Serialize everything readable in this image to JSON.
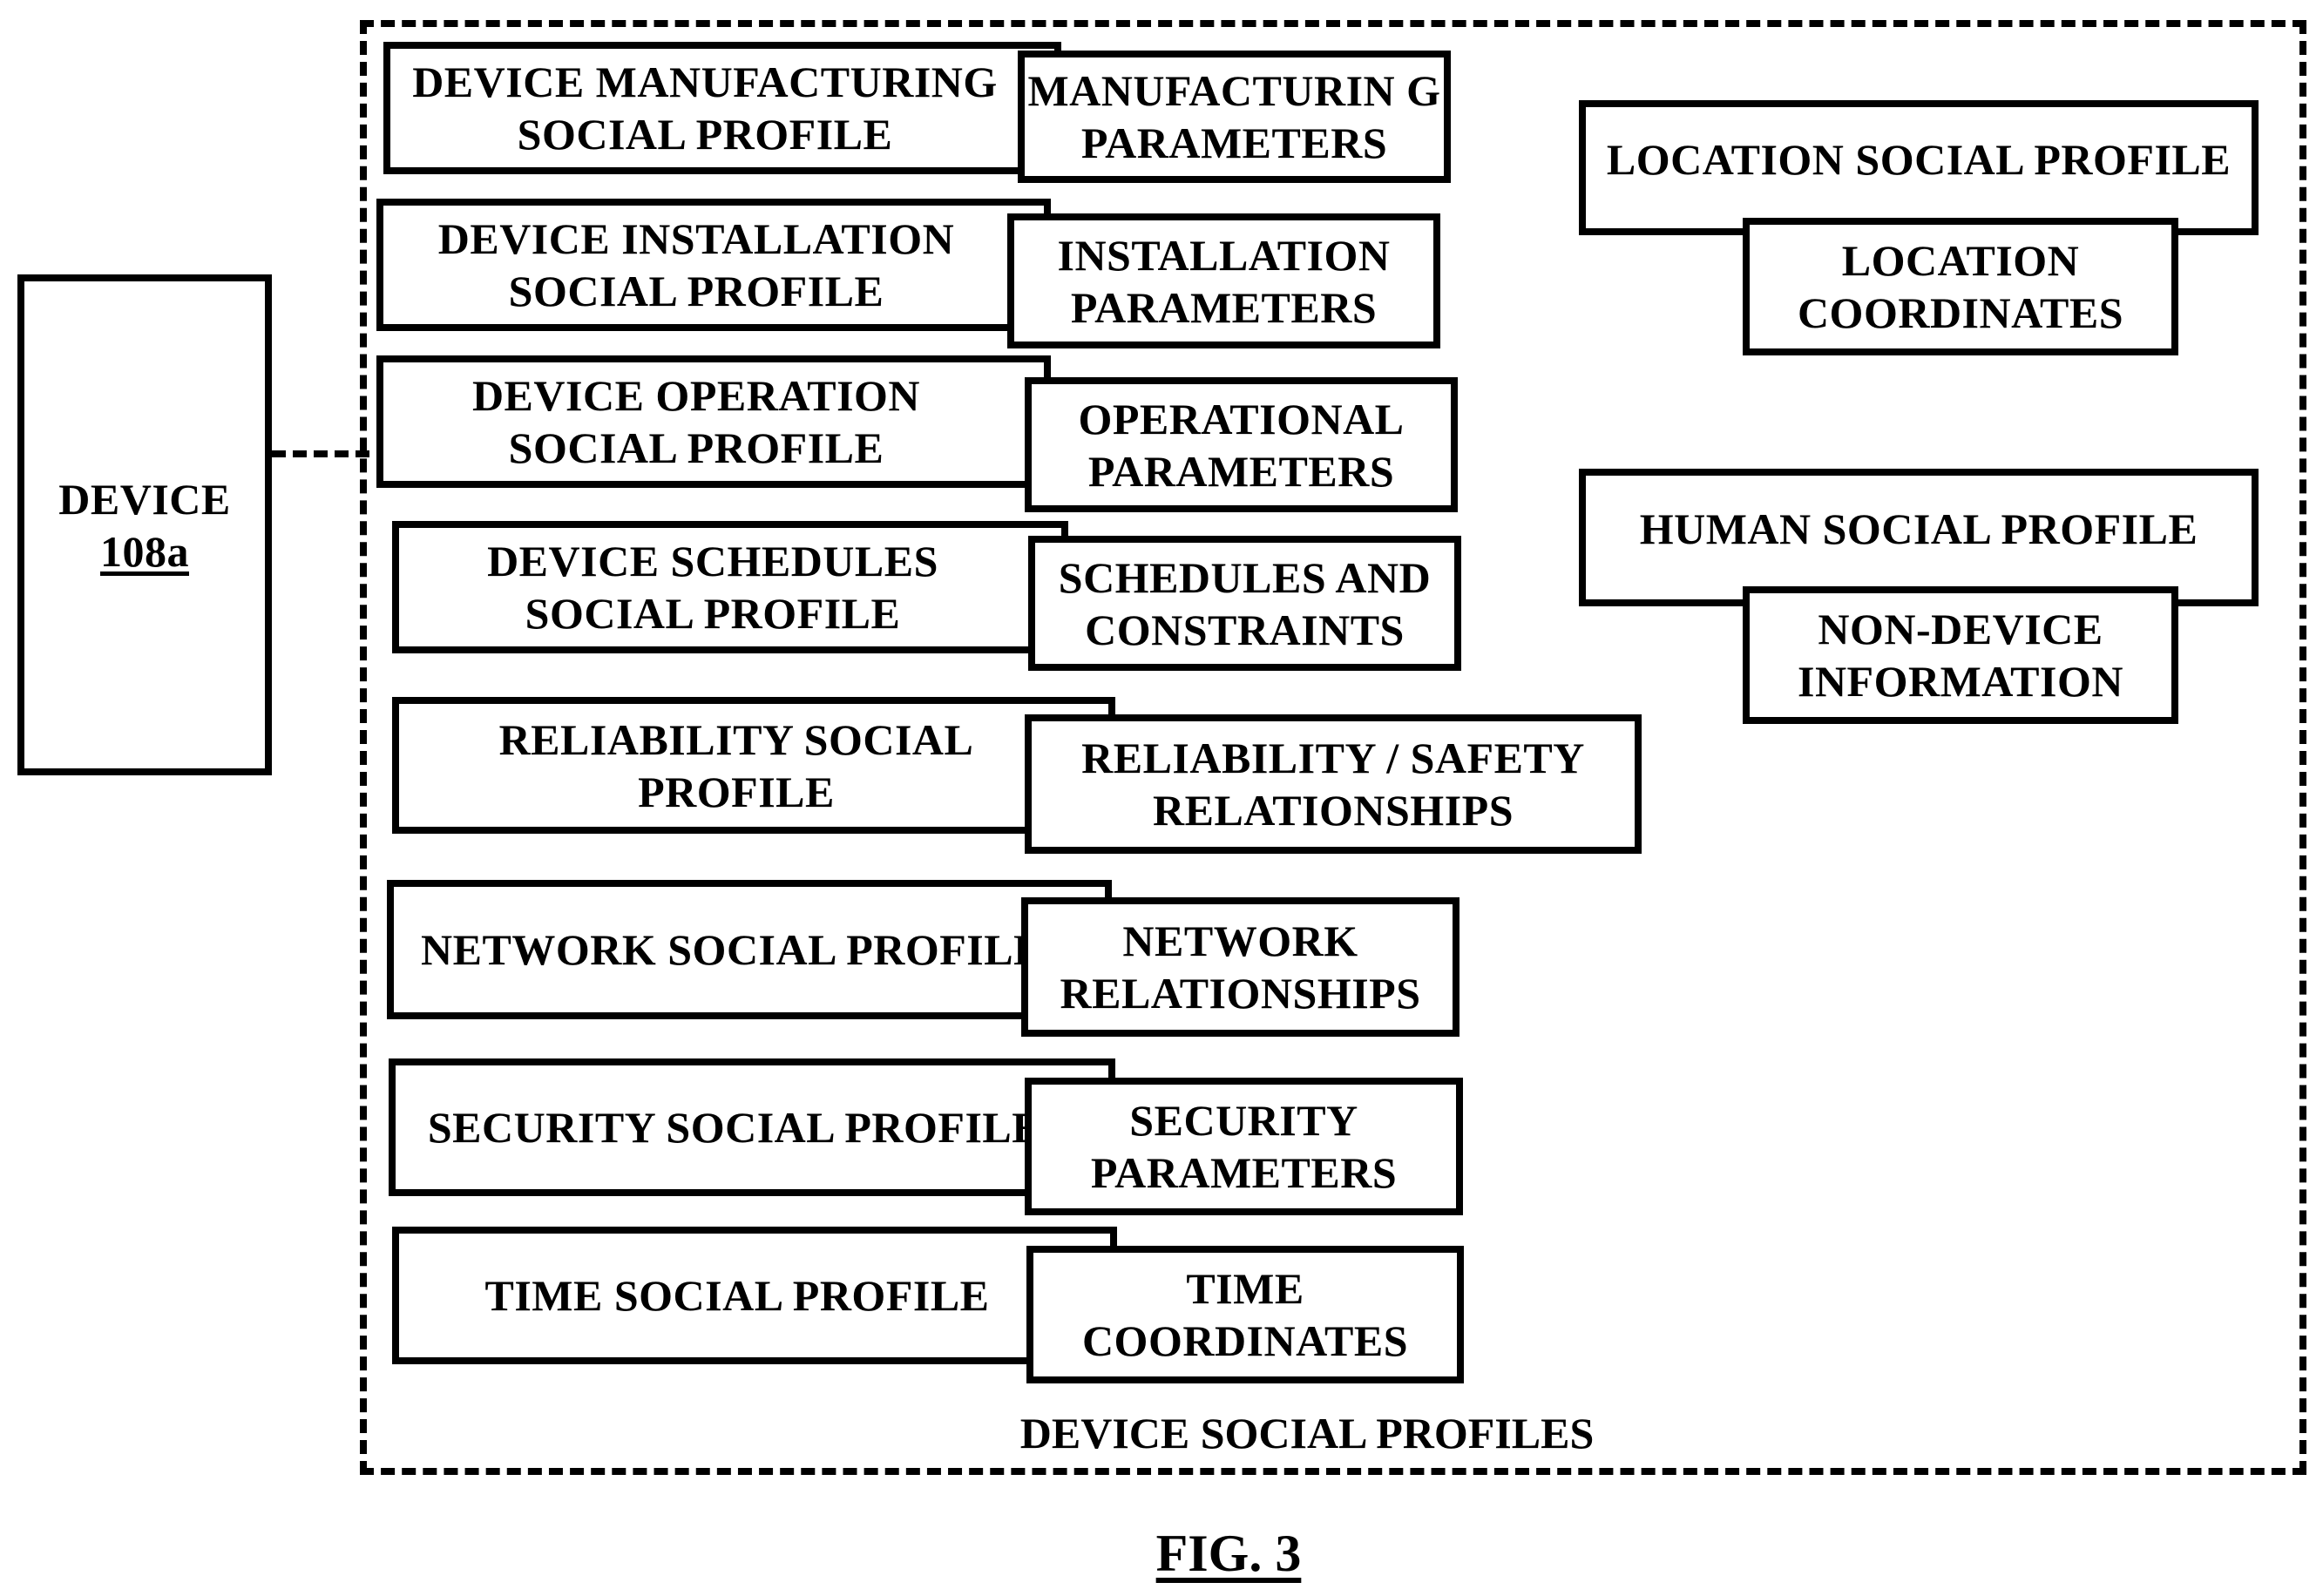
{
  "device": {
    "label": "DEVICE",
    "number": "108a"
  },
  "container_label": "DEVICE SOCIAL PROFILES",
  "figure_label": "FIG. 3",
  "profiles": [
    {
      "profile": "DEVICE MANUFACTURING SOCIAL PROFILE",
      "detail": "MANUFACTURIN G PARAMETERS"
    },
    {
      "profile": "DEVICE INSTALLATION SOCIAL PROFILE",
      "detail": "INSTALLATION PARAMETERS"
    },
    {
      "profile": "DEVICE OPERATION SOCIAL PROFILE",
      "detail": "OPERATIONAL PARAMETERS"
    },
    {
      "profile": "DEVICE SCHEDULES SOCIAL PROFILE",
      "detail": "SCHEDULES AND CONSTRAINTS"
    },
    {
      "profile": "RELIABILITY SOCIAL PROFILE",
      "detail": "RELIABILITY / SAFETY RELATIONSHIPS"
    },
    {
      "profile": "NETWORK SOCIAL PROFILE",
      "detail": "NETWORK RELATIONSHIPS"
    },
    {
      "profile": "SECURITY SOCIAL PROFILE",
      "detail": "SECURITY PARAMETERS"
    },
    {
      "profile": "TIME SOCIAL PROFILE",
      "detail": "TIME COORDINATES"
    }
  ],
  "side_profiles": [
    {
      "profile": "LOCATION SOCIAL PROFILE",
      "detail": "LOCATION COORDINATES"
    },
    {
      "profile": "HUMAN SOCIAL PROFILE",
      "detail": "NON-DEVICE INFORMATION"
    }
  ]
}
